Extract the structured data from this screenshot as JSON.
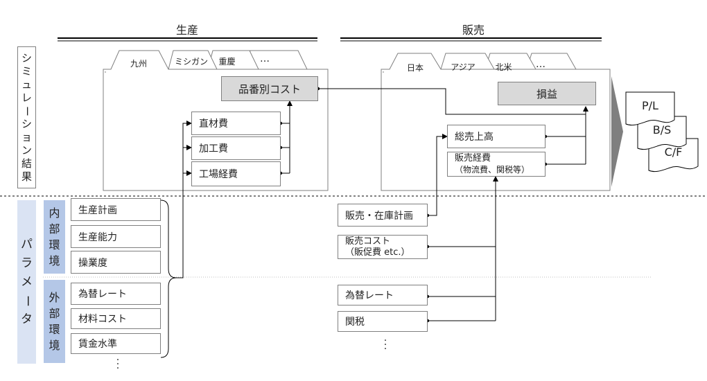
{
  "headers": {
    "production": "生産",
    "sales": "販売"
  },
  "left_labels": {
    "simulation": [
      "シ",
      "ミ",
      "ュ",
      "レ",
      "ー",
      "シ",
      "ョ",
      "ン",
      "結",
      "果"
    ],
    "parameters": [
      "パ",
      "ラ",
      "メ",
      "ー",
      "タ"
    ]
  },
  "production_tabs": [
    "九州",
    "ミシガン",
    "重慶",
    "…"
  ],
  "sales_tabs": [
    "日本",
    "アジア",
    "北米",
    "…"
  ],
  "production_boxes": {
    "cost_by_part": "品番別コスト",
    "material": "直材費",
    "processing": "加工費",
    "overhead": "工場経費"
  },
  "sales_boxes": {
    "profit_loss": "損益",
    "gross_sales": "総売上高",
    "selling_expense_line1": "販売経費",
    "selling_expense_line2": "（物流費、関税等）"
  },
  "outputs": [
    "P/L",
    "B/S",
    "C/F"
  ],
  "internal_env": {
    "label": [
      "内",
      "部",
      "環",
      "境"
    ],
    "items": [
      "生産計画",
      "生産能力",
      "操業度"
    ]
  },
  "external_env": {
    "label": [
      "外",
      "部",
      "環",
      "境"
    ],
    "items": [
      "為替レート",
      "材料コスト",
      "賃金水準"
    ]
  },
  "sales_params": {
    "plan": "販売・在庫計画",
    "cost_line1": "販売コスト",
    "cost_line2": "（販促費 etc.）",
    "fx": "為替レート",
    "tariff": "関税"
  },
  "ellipsis": "·"
}
